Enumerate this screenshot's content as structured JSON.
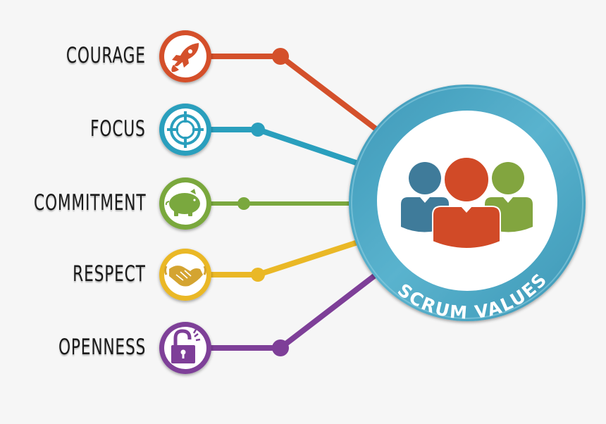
{
  "title": "SCRUM VALUES",
  "colors": {
    "courage": "#d4502b",
    "focus": "#2a9fbd",
    "commitment": "#7aa83e",
    "respect": "#eab826",
    "openness": "#7e3f98",
    "hub_ring": "#4ea9c4",
    "person_left": "#3f7b9a",
    "person_center": "#d14a27",
    "person_right": "#82a53f"
  },
  "values": [
    {
      "label": "COURAGE",
      "icon": "rocket-icon"
    },
    {
      "label": "FOCUS",
      "icon": "target-icon"
    },
    {
      "label": "COMMITMENT",
      "icon": "piggy-bank-icon"
    },
    {
      "label": "RESPECT",
      "icon": "handshake-icon"
    },
    {
      "label": "OPENNESS",
      "icon": "unlocked-padlock-icon"
    }
  ],
  "hub": {
    "label": "SCRUM VALUES",
    "icon": "team-people-icon"
  }
}
